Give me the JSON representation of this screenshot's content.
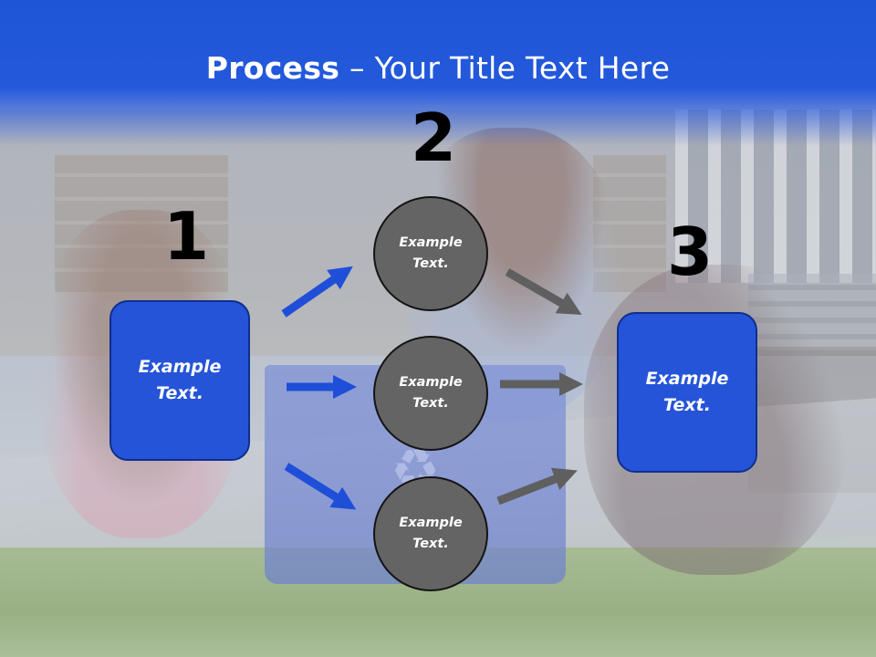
{
  "title": {
    "bold": "Process",
    "rest": " – Your Title Text Here"
  },
  "steps": [
    {
      "number": "1",
      "label": "Example Text."
    },
    {
      "number": "2",
      "circles": [
        "Example Text.",
        "Example Text.",
        "Example Text."
      ]
    },
    {
      "number": "3",
      "label": "Example Text."
    }
  ],
  "colors": {
    "header": "#2459dc",
    "box_fill": "#2554d8",
    "circle_fill": "#646464",
    "blue_arrow": "#1f4fd9",
    "gray_arrow": "#5f5f5f"
  }
}
